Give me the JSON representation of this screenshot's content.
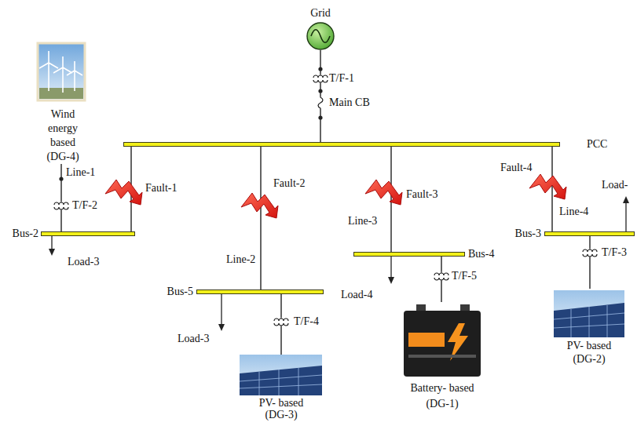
{
  "diagram": {
    "nodes": [
      {
        "text": [
          "Grid"
        ]
      },
      {
        "text": [
          "PCC"
        ]
      },
      {
        "text": [
          "Wind energy based (DG-4)"
        ]
      },
      {
        "text": [
          "Bus-2"
        ]
      },
      {
        "text": [
          "Bus-5"
        ]
      },
      {
        "text": [
          "PV- based (DG-3)"
        ]
      },
      {
        "text": [
          "Bus-4"
        ]
      },
      {
        "text": [
          "Battery- based (DG-1)"
        ]
      },
      {
        "text": [
          "Bus-3"
        ]
      },
      {
        "text": [
          "PV- based (DG-2)"
        ]
      }
    ],
    "edges": [
      {
        "from": 0,
        "to": 1,
        "arrow": "none"
      },
      {
        "from": 1,
        "to": 3,
        "label": "Line-1",
        "arrow": "none"
      },
      {
        "from": 2,
        "to": 3,
        "arrow": "none"
      },
      {
        "from": 1,
        "to": 4,
        "label": "Line-2",
        "arrow": "none"
      },
      {
        "from": 5,
        "to": 4,
        "arrow": "none"
      },
      {
        "from": 1,
        "to": 6,
        "label": "Line-3",
        "arrow": "none"
      },
      {
        "from": 7,
        "to": 6,
        "arrow": "none"
      },
      {
        "from": 1,
        "to": 8,
        "label": "Line-4",
        "arrow": "none"
      },
      {
        "from": 9,
        "to": 8,
        "arrow": "none"
      }
    ],
    "labels": [
      "T/F-1",
      "Main CB",
      "Fault-1",
      "T/F-2",
      "Load-3",
      "Fault-2",
      "Load-3",
      "T/F-4",
      "Fault-3",
      "Load-4",
      "T/F-5",
      "Fault-4",
      "Load-",
      "T/F-3"
    ]
  }
}
